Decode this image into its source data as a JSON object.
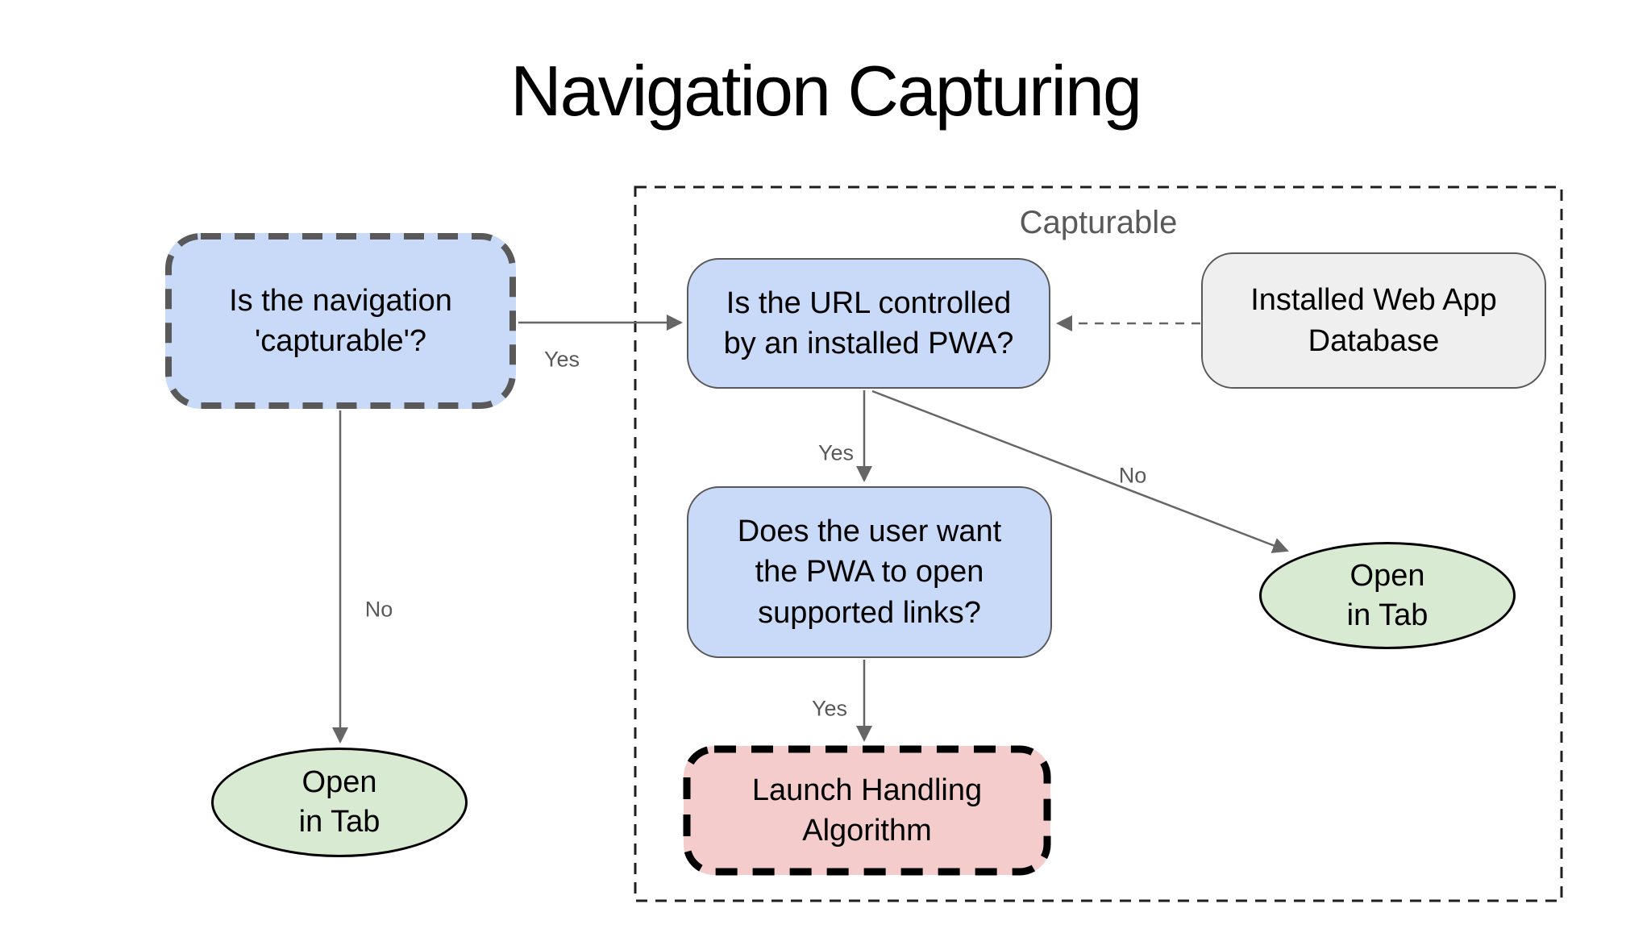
{
  "title": "Navigation Capturing",
  "group": {
    "label": "Capturable"
  },
  "nodes": {
    "nav_capturable": {
      "label": "Is the navigation\n'capturable'?"
    },
    "url_controlled": {
      "label": "Is the URL controlled\nby an installed PWA?"
    },
    "web_app_db": {
      "label": "Installed Web App\nDatabase"
    },
    "user_wants_links": {
      "label": "Does the user want\nthe PWA to open\nsupported links?"
    },
    "launch_handling": {
      "label": "Launch Handling\nAlgorithm"
    },
    "open_in_tab_left": {
      "label": "Open\nin Tab"
    },
    "open_in_tab_right": {
      "label": "Open\nin Tab"
    }
  },
  "edge_labels": {
    "nav_yes": "Yes",
    "nav_no": "No",
    "url_yes": "Yes",
    "url_no": "No",
    "links_yes": "Yes"
  },
  "colors": {
    "question_fill": "#c9daf8",
    "database_fill": "#efefef",
    "launch_fill": "#f4cccc",
    "terminal_fill": "#d9ead3",
    "arrow": "#666666",
    "muted_text": "#595959",
    "node_text": "#000000"
  }
}
